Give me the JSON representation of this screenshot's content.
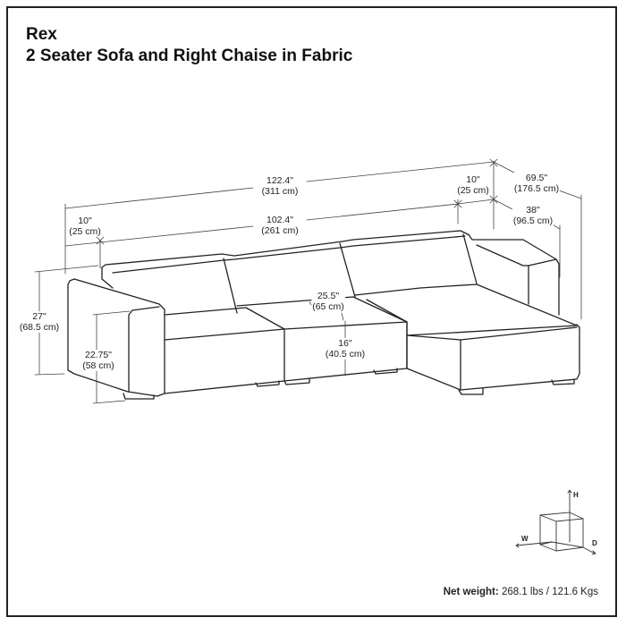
{
  "header": {
    "brand": "Rex",
    "product": "2 Seater Sofa and Right Chaise in Fabric"
  },
  "dimensions": {
    "overall_width": {
      "in": "122.4\"",
      "cm": "(311 cm)"
    },
    "inner_width": {
      "in": "102.4\"",
      "cm": "(261 cm)"
    },
    "left_arm_width": {
      "in": "10\"",
      "cm": "(25 cm)"
    },
    "right_arm_width": {
      "in": "10\"",
      "cm": "(25 cm)"
    },
    "chaise_depth": {
      "in": "69.5\"",
      "cm": "(176.5 cm)"
    },
    "sofa_depth": {
      "in": "38\"",
      "cm": "(96.5 cm)"
    },
    "overall_height": {
      "in": "27\"",
      "cm": "(68.5 cm)"
    },
    "arm_height": {
      "in": "22.75\"",
      "cm": "(58 cm)"
    },
    "seat_depth": {
      "in": "25.5\"",
      "cm": "(65 cm)"
    },
    "seat_height": {
      "in": "16\"",
      "cm": "(40.5 cm)"
    }
  },
  "axes_legend": {
    "h": "H",
    "w": "W",
    "d": "D"
  },
  "footer": {
    "weight_label": "Net weight:",
    "weight_value": "268.1 lbs / 121.6 Kgs"
  }
}
